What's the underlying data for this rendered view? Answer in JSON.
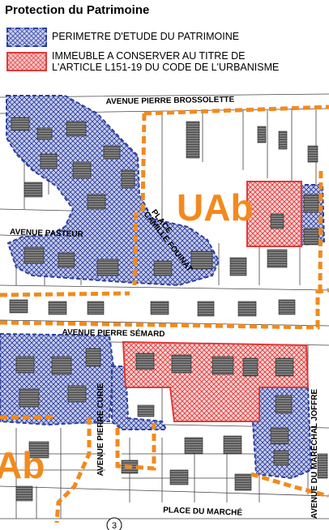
{
  "title": "Protection du Patrimoine",
  "legend": [
    {
      "label": "PERIMETRE D'ETUDE DU PATRIMOINE",
      "color": "#2b3f9e"
    },
    {
      "label": "IMMEUBLE A CONSERVER AU TITRE DE\nL'ARTICLE L151-19 DU CODE DE L'URBANISME",
      "color": "#e03a3a"
    }
  ],
  "streets": {
    "brossolette": "AVENUE PIERRE BROSSOLETTE",
    "pasteur": "AVENUE PASTEUR",
    "place_line1": "PLACE",
    "place_line2": "CAMILLE FOUINAT",
    "semard": "AVENUE PIERRE SÉMARD",
    "curie": "AVENUE PIERRE CURIE",
    "joffre": "AVENUE DU MARÉCHAL JOFFRE",
    "marche": "PLACE DU MARCHÉ"
  },
  "zones": {
    "main": "UAb",
    "left": "Ab"
  },
  "marker": "3",
  "colors": {
    "zone_border": "#f28a1e",
    "heritage_blue": "#2b3f9e",
    "heritage_red": "#e03a3a"
  }
}
